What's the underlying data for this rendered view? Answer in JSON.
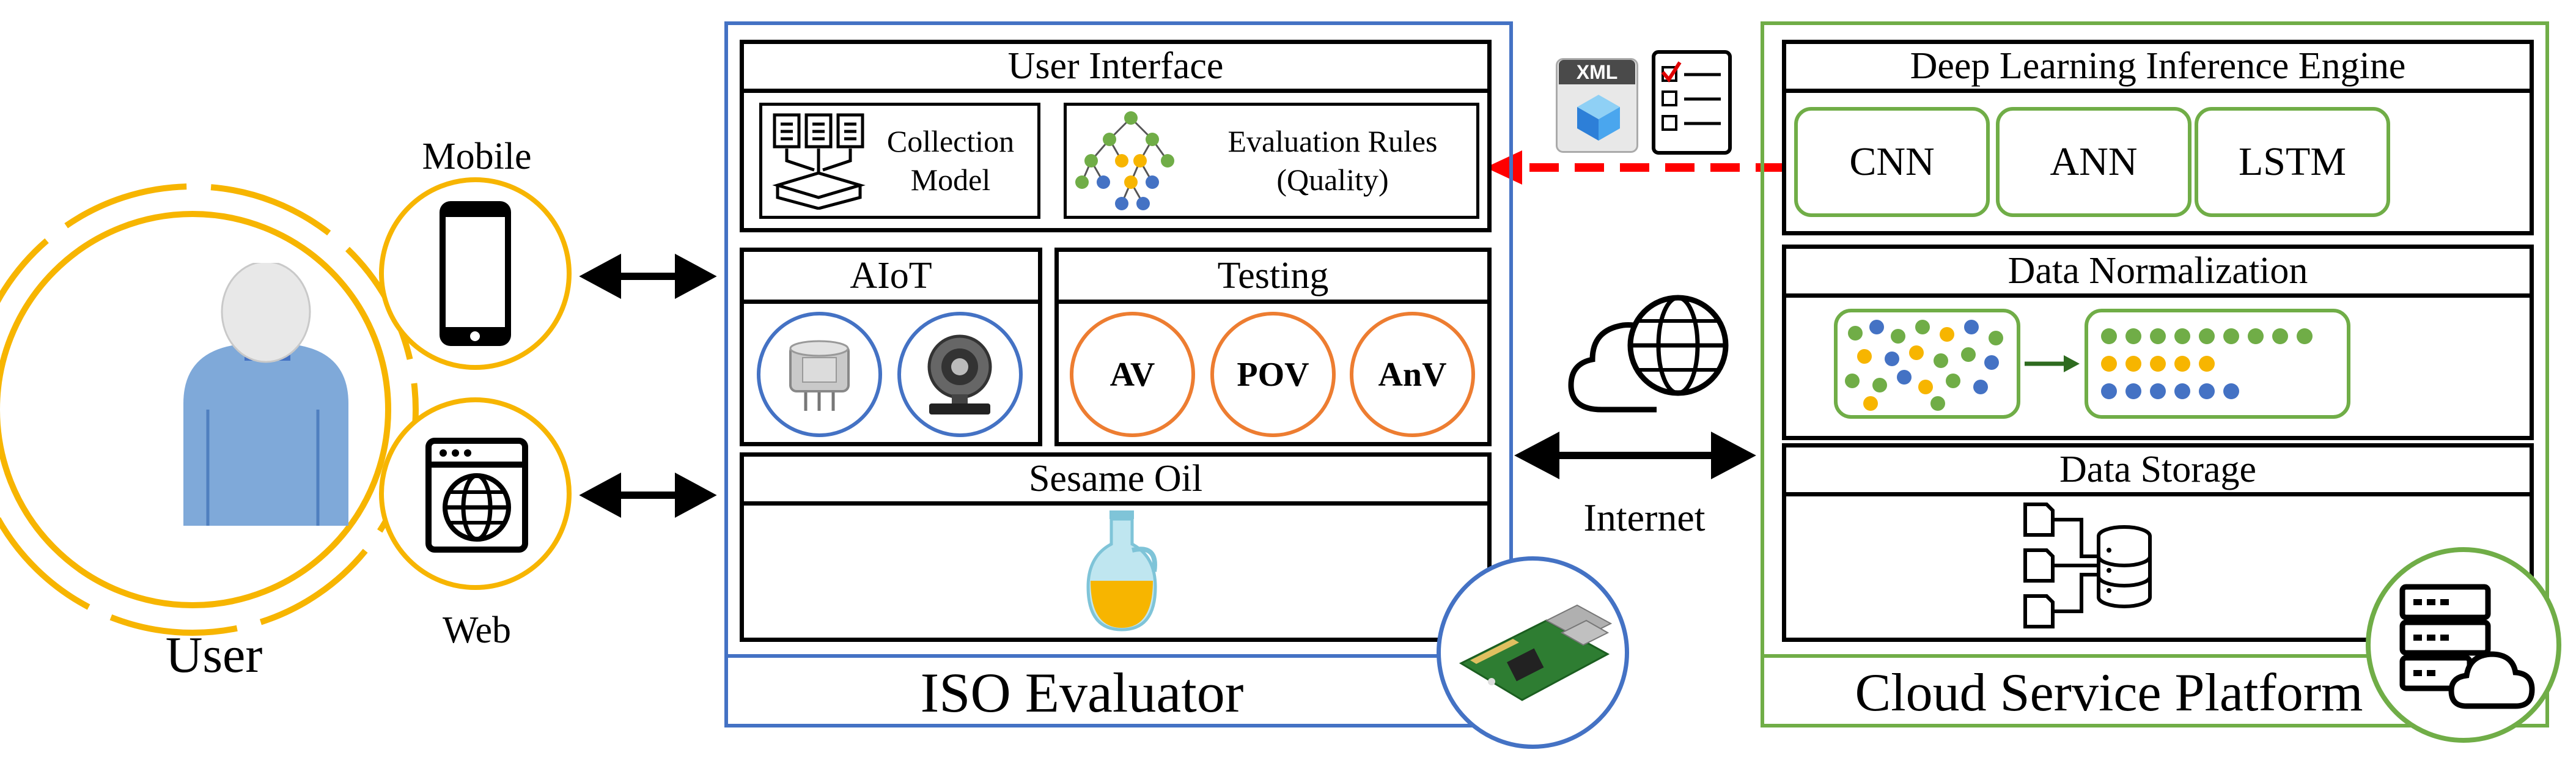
{
  "user": {
    "label": "User",
    "mobile_label": "Mobile",
    "web_label": "Web"
  },
  "iso": {
    "title": "ISO Evaluator",
    "ui": {
      "title": "User Interface",
      "collection": "Collection Model",
      "collection_l1": "Collection",
      "collection_l2": "Model",
      "rules_l1": "Evaluation Rules",
      "rules_l2": "(Quality)"
    },
    "aiot": {
      "title": "AIoT"
    },
    "testing": {
      "title": "Testing",
      "items": [
        "AV",
        "POV",
        "AnV"
      ]
    },
    "sesame": {
      "title": "Sesame Oil"
    }
  },
  "internet": {
    "label": "Internet"
  },
  "xml": {
    "label": "XML"
  },
  "cloud": {
    "title": "Cloud Service Platform",
    "dl": {
      "title": "Deep Learning Inference Engine",
      "models": [
        "CNN",
        "ANN",
        "LSTM"
      ]
    },
    "norm": {
      "title": "Data Normalization"
    },
    "storage": {
      "title": "Data Storage"
    }
  },
  "colors": {
    "gold": "#f7b500",
    "blue": "#4472c4",
    "green": "#70ad47",
    "orange": "#ed7d31",
    "red": "#ff0000",
    "user_blue": "#7fa9d9"
  }
}
